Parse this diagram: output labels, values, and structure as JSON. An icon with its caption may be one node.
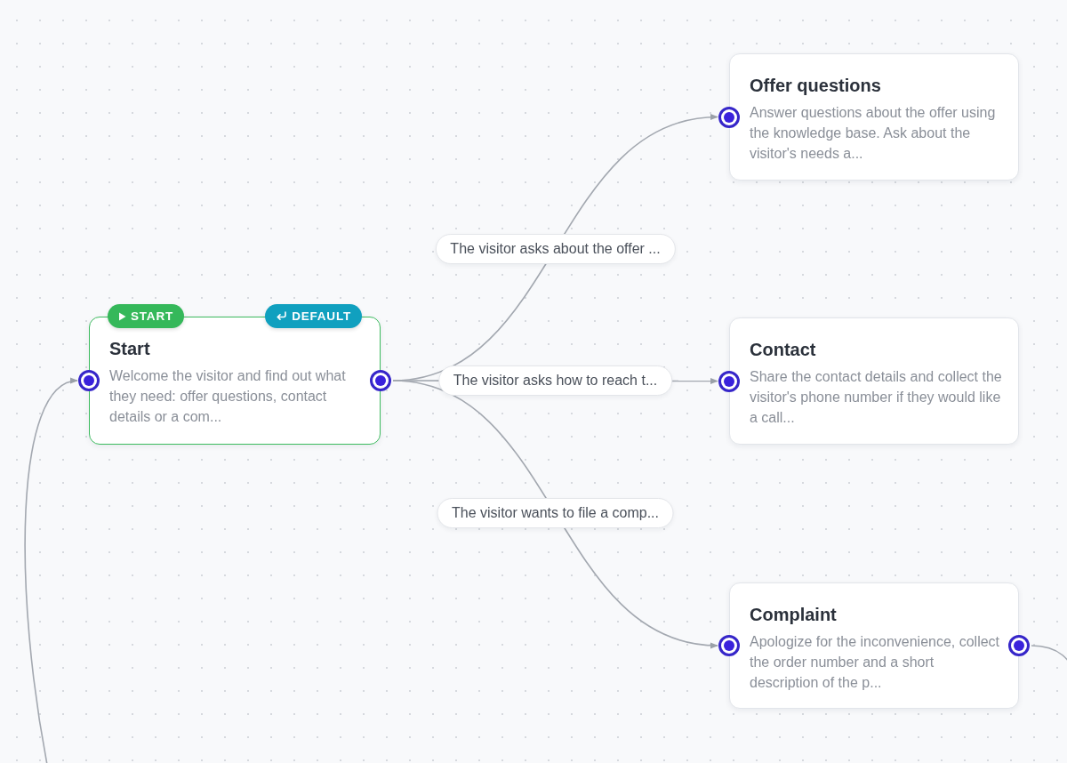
{
  "diagram": {
    "nodes": [
      {
        "text": [
          "Start",
          "Welcome the visitor and find out what they need: offer questions, contact details or a com..."
        ],
        "beside": [
          "START",
          "DEFAULT"
        ]
      },
      {
        "text": [
          "Offer questions",
          "Answer questions about the offer using the knowledge base. Ask about the visitor's needs a..."
        ]
      },
      {
        "text": [
          "Contact",
          "Share the contact details and collect the visitor's phone number if they would like a call..."
        ]
      },
      {
        "text": [
          "Complaint",
          "Apologize for the inconvenience, collect the order number and a short description of the p..."
        ]
      }
    ],
    "edges": [
      {
        "from": 0,
        "to": 1,
        "arrow": "to",
        "label": "The visitor asks about the offer ..."
      },
      {
        "from": 0,
        "to": 2,
        "arrow": "to",
        "label": "The visitor asks how to reach t..."
      },
      {
        "from": 0,
        "to": 3,
        "arrow": "to",
        "label": "The visitor wants to file a comp..."
      },
      {
        "from": 3,
        "to": null,
        "arrow": "none"
      },
      {
        "from": null,
        "to": 0,
        "arrow": "to"
      }
    ]
  }
}
